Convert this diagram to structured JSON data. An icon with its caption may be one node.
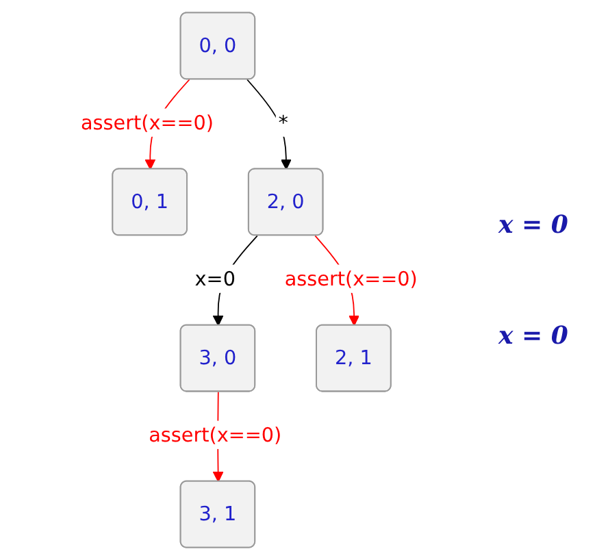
{
  "diagram": {
    "nodes": [
      {
        "text": [
          "0, 0"
        ]
      },
      {
        "text": [
          "0, 1"
        ]
      },
      {
        "text": [
          "2, 0"
        ]
      },
      {
        "text": [
          "3, 0"
        ]
      },
      {
        "text": [
          "2, 1"
        ]
      },
      {
        "text": [
          "3, 1"
        ]
      }
    ],
    "edges": [
      {
        "from": 0,
        "to": 1,
        "arrow": "to",
        "label": "assert(x==0)",
        "color": "#ff0000"
      },
      {
        "from": 0,
        "to": 2,
        "arrow": "to",
        "label": "*",
        "color": "#000000"
      },
      {
        "from": 2,
        "to": 3,
        "arrow": "to",
        "label": "x=0",
        "color": "#000000"
      },
      {
        "from": 2,
        "to": 4,
        "arrow": "to",
        "label": "assert(x==0)",
        "color": "#ff0000"
      },
      {
        "from": 3,
        "to": 5,
        "arrow": "to",
        "label": "assert(x==0)",
        "color": "#ff0000"
      }
    ],
    "labels": [
      "x = 0",
      "x = 0"
    ]
  }
}
